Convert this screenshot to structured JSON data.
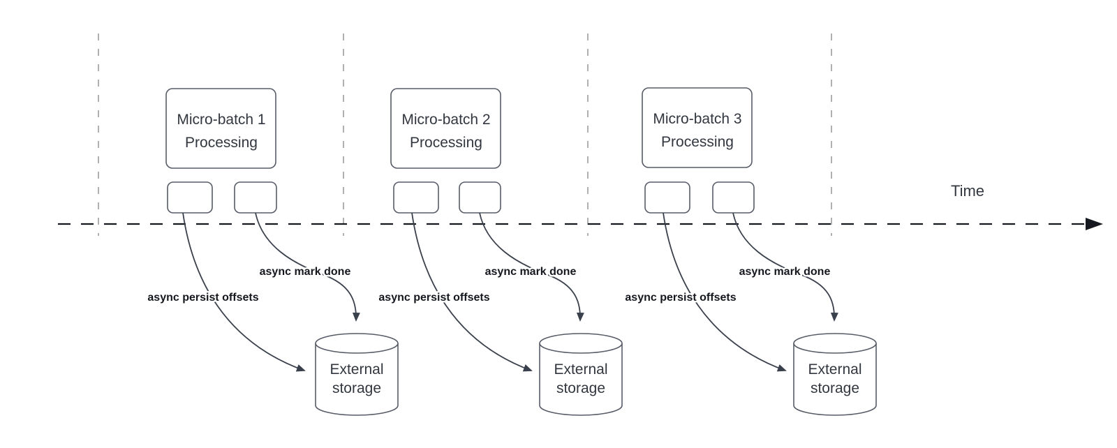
{
  "diagram": {
    "time_label": "Time",
    "batches": [
      {
        "title_line1": "Micro-batch 1",
        "title_line2": "Processing",
        "persist_label": "async persist offsets",
        "mark_done_label": "async mark done",
        "storage_line1": "External",
        "storage_line2": "storage"
      },
      {
        "title_line1": "Micro-batch 2",
        "title_line2": "Processing",
        "persist_label": "async persist offsets",
        "mark_done_label": "async mark done",
        "storage_line1": "External",
        "storage_line2": "storage"
      },
      {
        "title_line1": "Micro-batch 3",
        "title_line2": "Processing",
        "persist_label": "async persist offsets",
        "mark_done_label": "async mark done",
        "storage_line1": "External",
        "storage_line2": "storage"
      }
    ],
    "colors": {
      "background": "#ffffff",
      "shape_stroke": "#565b66",
      "connector_stroke": "#3a404c",
      "shape_text": "#32373f",
      "label_text": "#14171d",
      "timeline": "#15181e",
      "guide_line": "#b0b0b0"
    }
  }
}
